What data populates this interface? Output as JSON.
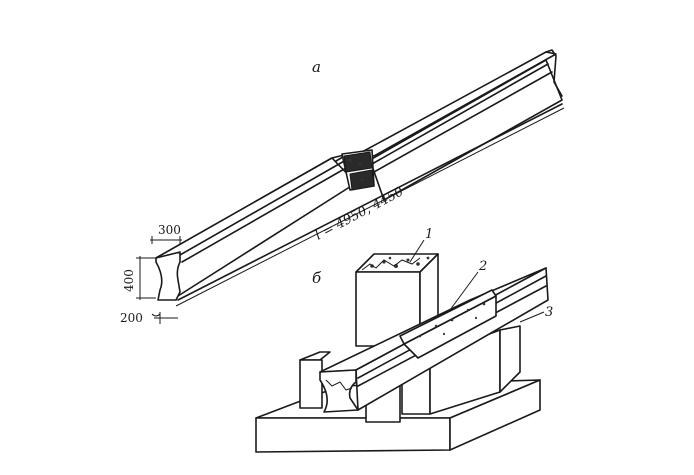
{
  "figure_a": {
    "label": "а",
    "dim_width": "300",
    "dim_height": "400",
    "dim_bottom": "200",
    "dim_length": "l = 4950, 4450"
  },
  "figure_b": {
    "label": "б",
    "callouts": [
      "1",
      "2",
      "3"
    ]
  }
}
